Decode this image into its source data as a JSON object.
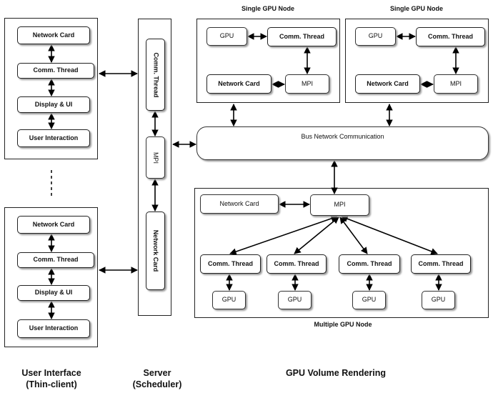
{
  "labels": {
    "network_card": "Network Card",
    "comm_thread": "Comm. Thread",
    "display_ui": "Display & UI",
    "user_interaction": "User Interaction",
    "gpu": "GPU",
    "mpi": "MPI",
    "bus": "Bus Network Communication"
  },
  "titles": {
    "single_gpu_node": "Single GPU Node",
    "multiple_gpu_node": "Multiple GPU Node"
  },
  "captions": {
    "client": "User Interface\n(Thin-client)",
    "server": "Server\n(Scheduler)",
    "rendering": "GPU Volume Rendering"
  }
}
